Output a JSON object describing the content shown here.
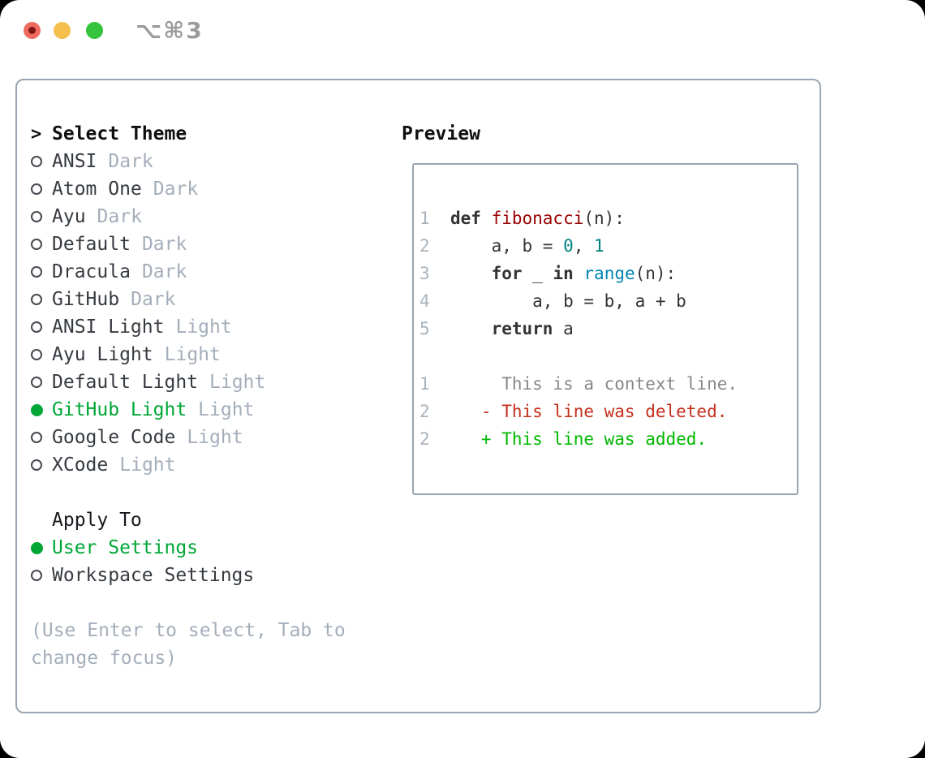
{
  "window": {
    "title": "⌥⌘3",
    "traffic_lights": {
      "close": "close-button",
      "minimize": "minimize-button",
      "zoom": "zoom-button"
    }
  },
  "theme_list": {
    "prompt": ">",
    "header": "Select Theme",
    "items": [
      {
        "name": "ANSI",
        "tag": "Dark",
        "selected": false
      },
      {
        "name": "Atom One",
        "tag": "Dark",
        "selected": false
      },
      {
        "name": "Ayu",
        "tag": "Dark",
        "selected": false
      },
      {
        "name": "Default",
        "tag": "Dark",
        "selected": false
      },
      {
        "name": "Dracula",
        "tag": "Dark",
        "selected": false
      },
      {
        "name": "GitHub",
        "tag": "Dark",
        "selected": false
      },
      {
        "name": "ANSI Light",
        "tag": "Light",
        "selected": false
      },
      {
        "name": "Ayu Light",
        "tag": "Light",
        "selected": false
      },
      {
        "name": "Default Light",
        "tag": "Light",
        "selected": false
      },
      {
        "name": "GitHub Light",
        "tag": "Light",
        "selected": true
      },
      {
        "name": "Google Code",
        "tag": "Light",
        "selected": false
      },
      {
        "name": "XCode",
        "tag": "Light",
        "selected": false
      }
    ]
  },
  "apply_to": {
    "header": "Apply To",
    "options": [
      {
        "label": "User Settings",
        "selected": true
      },
      {
        "label": "Workspace Settings",
        "selected": false
      }
    ]
  },
  "hint": "(Use Enter to select, Tab to change focus)",
  "preview": {
    "header": "Preview",
    "lines": [
      {
        "num": "1",
        "segments": [
          {
            "t": "def ",
            "c": "keyword"
          },
          {
            "t": "fibonacci",
            "c": "title"
          },
          {
            "t": "(n):",
            "c": "plain"
          }
        ]
      },
      {
        "num": "2",
        "segments": [
          {
            "t": "    a, b = ",
            "c": "plain"
          },
          {
            "t": "0",
            "c": "number"
          },
          {
            "t": ", ",
            "c": "plain"
          },
          {
            "t": "1",
            "c": "number"
          }
        ]
      },
      {
        "num": "3",
        "segments": [
          {
            "t": "    ",
            "c": "plain"
          },
          {
            "t": "for",
            "c": "keyword"
          },
          {
            "t": " _ ",
            "c": "plain"
          },
          {
            "t": "in",
            "c": "keyword"
          },
          {
            "t": " ",
            "c": "plain"
          },
          {
            "t": "range",
            "c": "builtin"
          },
          {
            "t": "(n):",
            "c": "plain"
          }
        ]
      },
      {
        "num": "4",
        "segments": [
          {
            "t": "        a, b = b, a + b",
            "c": "plain"
          }
        ]
      },
      {
        "num": "5",
        "segments": [
          {
            "t": "    ",
            "c": "plain"
          },
          {
            "t": "return",
            "c": "keyword"
          },
          {
            "t": " a",
            "c": "plain"
          }
        ]
      },
      {
        "num": "",
        "segments": []
      },
      {
        "num": "1",
        "segments": [
          {
            "t": "     This is a context line.",
            "c": "context"
          }
        ]
      },
      {
        "num": "2",
        "segments": [
          {
            "t": "   - This line was deleted.",
            "c": "deletion"
          }
        ]
      },
      {
        "num": "2",
        "segments": [
          {
            "t": "   + This line was added.",
            "c": "addition"
          }
        ]
      }
    ]
  },
  "colors": {
    "accent_green": "#00a737",
    "muted": "#a4aebb",
    "text": "#363b41",
    "header": "#0d0f11",
    "border": "#9aa5b1",
    "titlebar_text": "#9b9b9b",
    "traffic_red": "#ee6a5e",
    "traffic_red_dot": "#7d170d",
    "traffic_yellow": "#f5bf4e",
    "traffic_green": "#35c33d",
    "syntax": {
      "plain": "#333333",
      "keyword": "#333333",
      "title": "#990000",
      "number": "#008080",
      "builtin": "#0086b3",
      "context": "#888888",
      "deletion": "#c5301c",
      "addition": "#00b800",
      "line_number": "#a9b3bd"
    }
  }
}
